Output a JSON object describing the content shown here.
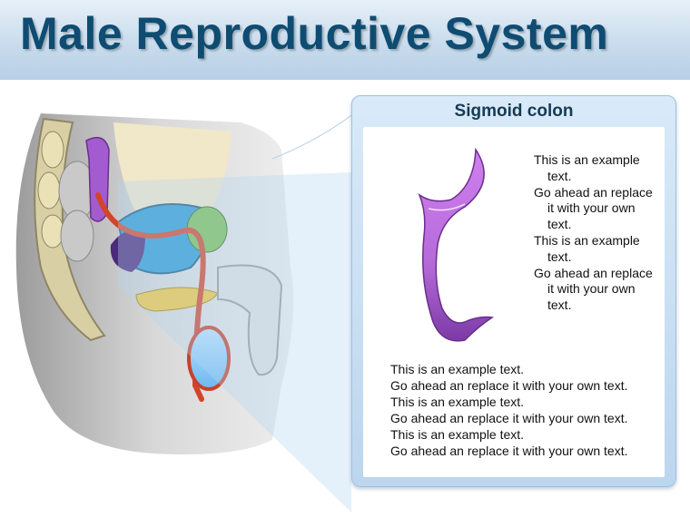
{
  "title": "Male Reproductive System",
  "panel": {
    "header": "Sigmoid colon",
    "side_lines": [
      "This is an example text.",
      "Go ahead an replace it with your own text.",
      "This is an example text.",
      "Go ahead an replace it with your own text."
    ],
    "bottom_lines": [
      "This is an example text.",
      "Go ahead an replace it with your own text.",
      "This is an example text.",
      "Go ahead an replace it with your own text.",
      "This is an example text.",
      "Go ahead an replace it with your own text."
    ]
  },
  "colors": {
    "title": "#0f4c72",
    "organ": "#b56ad8",
    "duct": "#d2452b",
    "bladder": "#2f9bd4",
    "prostate": "#7dbf58",
    "seminal": "#f3c73f"
  }
}
